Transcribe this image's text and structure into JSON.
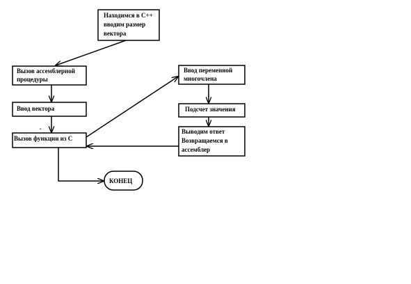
{
  "diagram": {
    "nodes": {
      "start": {
        "lines": [
          "Находимся в С++",
          "вводим размер",
          "вектора"
        ]
      },
      "call_asm": {
        "lines": [
          "Вызов ассемблерной",
          "процедуры"
        ]
      },
      "input_vector": {
        "lines": [
          "Ввод вектора"
        ]
      },
      "call_c": {
        "lines": [
          "Вызов функции из  С"
        ]
      },
      "input_poly": {
        "lines": [
          "Ввод переменной",
          "многочлена"
        ]
      },
      "compute": {
        "lines": [
          "Подсчет значения"
        ]
      },
      "output": {
        "lines": [
          "Выводим ответ",
          "Возвращаемся в",
          "ассемблер"
        ]
      },
      "end": {
        "lines": [
          "КОНЕЦ"
        ]
      }
    },
    "dot": "."
  }
}
